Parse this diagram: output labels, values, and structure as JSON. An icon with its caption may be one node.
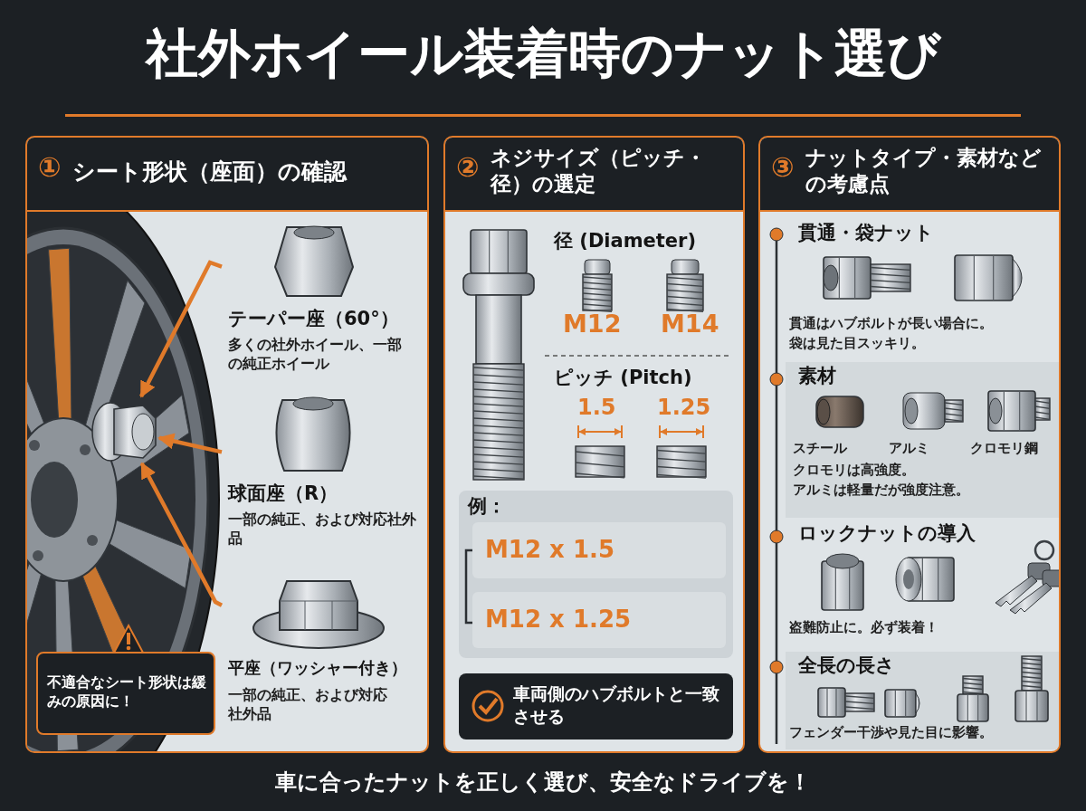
{
  "diagram": {
    "title": "社外ホイール装着時のナット選び",
    "nodes": [
      {
        "text": [
          "①",
          "シート形状（座面）の確認"
        ]
      },
      {
        "text": [],
        "shape": "picture",
        "in": 0
      },
      {
        "text": [
          "テーパー座（60°）",
          "多くの社外ホイール、一部の純正ホイール"
        ],
        "in": 0
      },
      {
        "text": [
          "球面座（R）",
          "一部の純正、および対応社外品"
        ],
        "in": 0
      },
      {
        "text": [
          "平座（ワッシャー付き）",
          "一部の純正、および対応社外品"
        ],
        "in": 0
      },
      {
        "text": [
          "不適合なシート形状は緩みの原因に！"
        ],
        "in": 0
      },
      {
        "text": [
          "②",
          "ネジサイズ（ピッチ・径）の選定"
        ]
      },
      {
        "text": [
          "例："
        ],
        "in": 6
      },
      {
        "text": [
          "M12 x 1.5"
        ],
        "in": 7
      },
      {
        "text": [
          "M12 x 1.25"
        ],
        "in": 7
      },
      {
        "text": [
          "車両側のハブボルトと一致させる"
        ],
        "in": 6
      },
      {
        "text": [
          "③",
          "ナットタイプ・素材などの考慮点"
        ]
      },
      {
        "text": [
          "貫通・袋ナット",
          "貫通はハブボルトが長い場合に。",
          "袋は見た目スッキリ。"
        ],
        "in": 11
      },
      {
        "text": [
          "素材",
          "スチール",
          "アルミ",
          "クロモリ鋼",
          "クロモリは高強度。",
          "アルミは軽量だが強度注意。"
        ],
        "in": 11
      },
      {
        "text": [
          "ロックナットの導入",
          "盗難防止に。必ず装着！"
        ],
        "in": 11
      },
      {
        "text": [
          "全長の長さ",
          "フェンダー干渉や見た目に影響。"
        ],
        "in": 11
      }
    ],
    "edges": [
      {
        "from": 2,
        "to": 1,
        "arrow": "to"
      },
      {
        "from": 3,
        "to": 1,
        "arrow": "to"
      },
      {
        "from": 4,
        "to": 1,
        "arrow": "to"
      }
    ],
    "labels": [
      "径 (Diameter)",
      "M12",
      "M14",
      "ピッチ (Pitch)",
      "1.5",
      "1.25",
      "車に合ったナットを正しく選び、安全なドライブを！"
    ]
  }
}
